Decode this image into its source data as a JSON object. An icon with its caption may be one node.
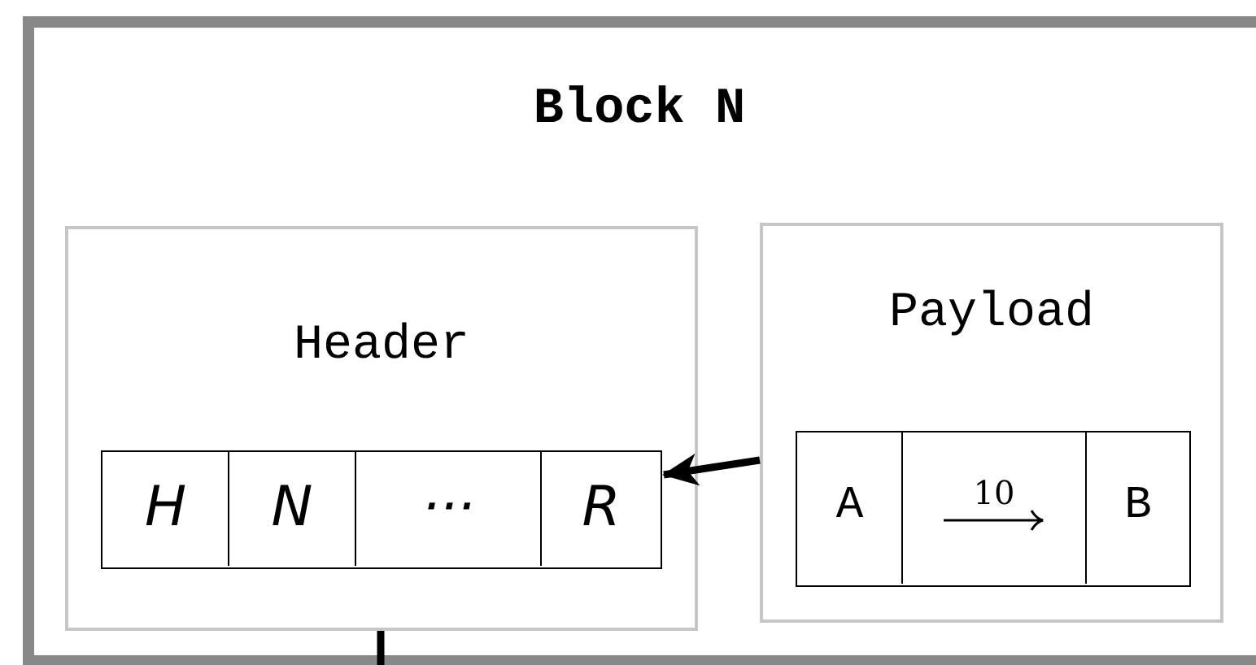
{
  "diagram": {
    "nodes": [
      {
        "text": [
          "Block N"
        ]
      },
      {
        "text": [
          "Header"
        ],
        "in": 0
      },
      {
        "text": [],
        "shape": "box",
        "in": 1
      },
      {
        "text": [
          "H"
        ],
        "in": 2
      },
      {
        "text": [
          "N"
        ],
        "in": 2
      },
      {
        "text": [
          "···"
        ],
        "in": 2
      },
      {
        "text": [
          "R"
        ],
        "in": 2
      },
      {
        "text": [
          "Payload"
        ],
        "in": 0
      },
      {
        "text": [],
        "shape": "box",
        "in": 7
      },
      {
        "text": [
          "A"
        ],
        "in": 8
      },
      {
        "text": [
          "10"
        ],
        "in": 8
      },
      {
        "text": [
          "B"
        ],
        "in": 8
      }
    ],
    "edges": [
      {
        "from": 7,
        "to": 2,
        "arrow": "to"
      },
      {
        "from": 1,
        "to": null,
        "arrow": "none"
      }
    ]
  }
}
